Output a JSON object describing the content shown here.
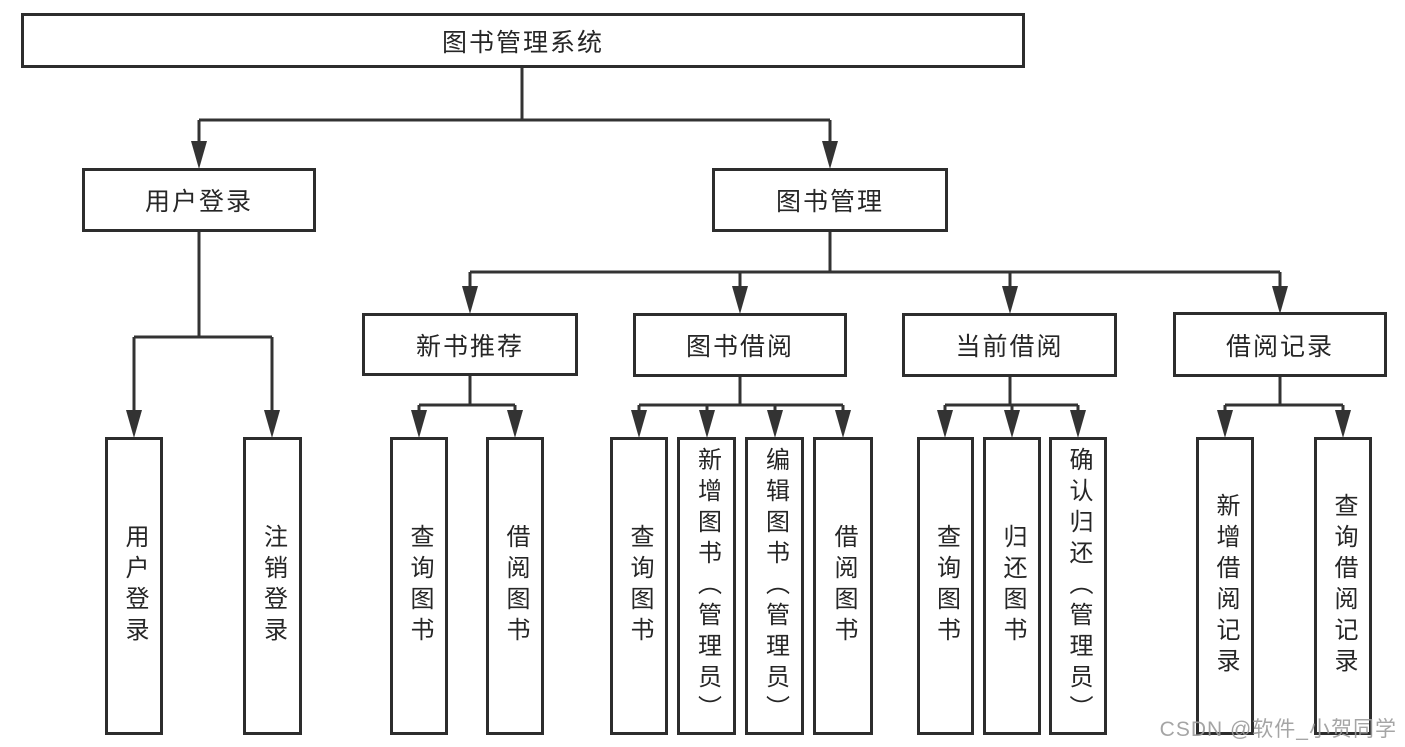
{
  "diagram": {
    "root": {
      "label": "图书管理系统",
      "children": [
        {
          "label": "用户登录",
          "children": [
            {
              "label": "用户登录"
            },
            {
              "label": "注销登录"
            }
          ]
        },
        {
          "label": "图书管理",
          "children": [
            {
              "label": "新书推荐",
              "children": [
                {
                  "label": "查询图书"
                },
                {
                  "label": "借阅图书"
                }
              ]
            },
            {
              "label": "图书借阅",
              "children": [
                {
                  "label": "查询图书"
                },
                {
                  "label": "新增图书（管理员）"
                },
                {
                  "label": "编辑图书（管理员）"
                },
                {
                  "label": "借阅图书"
                }
              ]
            },
            {
              "label": "当前借阅",
              "children": [
                {
                  "label": "查询图书"
                },
                {
                  "label": "归还图书"
                },
                {
                  "label": "确认归还（管理员）"
                }
              ]
            },
            {
              "label": "借阅记录",
              "children": [
                {
                  "label": "新增借阅记录"
                },
                {
                  "label": "查询借阅记录"
                }
              ]
            }
          ]
        }
      ]
    }
  },
  "watermark": {
    "text": "CSDN @软件_小贺同学"
  },
  "colors": {
    "line": "#333333",
    "box_border": "#2d2d2d",
    "box_background": "#ffffff",
    "text": "#262626",
    "watermark": "#9b9b9b",
    "page_background": "#ffffff"
  }
}
